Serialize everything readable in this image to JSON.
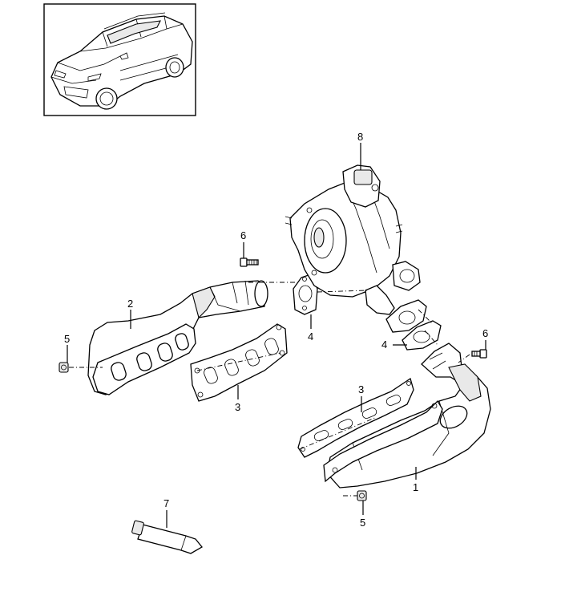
{
  "callouts": [
    {
      "id": "c1",
      "label": "1"
    },
    {
      "id": "c2",
      "label": "2"
    },
    {
      "id": "c3a",
      "label": "3"
    },
    {
      "id": "c3b",
      "label": "3"
    },
    {
      "id": "c4a",
      "label": "4"
    },
    {
      "id": "c4b",
      "label": "4"
    },
    {
      "id": "c5a",
      "label": "5"
    },
    {
      "id": "c5b",
      "label": "5"
    },
    {
      "id": "c6a",
      "label": "6"
    },
    {
      "id": "c6b",
      "label": "6"
    },
    {
      "id": "c7",
      "label": "7"
    },
    {
      "id": "c8",
      "label": "8"
    }
  ]
}
